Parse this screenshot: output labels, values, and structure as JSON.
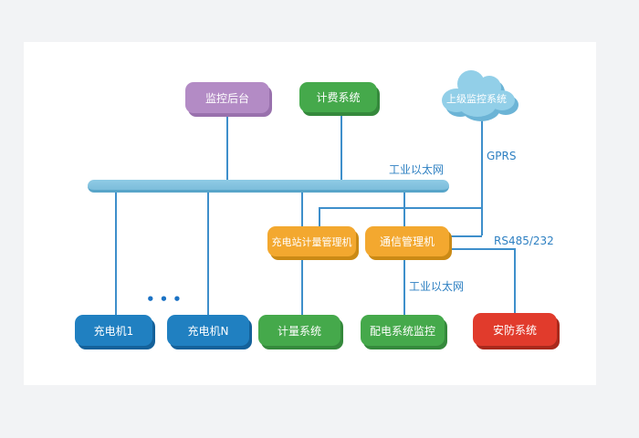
{
  "page": {
    "background_color": "#f2f3f5",
    "canvas_color": "#ffffff"
  },
  "diagram": {
    "connector_color": "#3e8fcb",
    "label_text_color": "#2e80c2",
    "bus": {
      "label": "工业以太网",
      "fill": "#87c7e2",
      "edge": "#58a5c9"
    },
    "labels": {
      "gprs": "GPRS",
      "rs485": "RS485/232",
      "ethernet_link": "工业以太网"
    },
    "ellipsis": "•••",
    "nodes": {
      "monitor_backend": {
        "label": "监控后台",
        "fill": "#b38bc5",
        "shadow": "#9971ad"
      },
      "billing": {
        "label": "计费系统",
        "fill": "#45a94b",
        "shadow": "#35893c"
      },
      "cloud": {
        "label": "上级监控系统",
        "fill": "#92cfe8",
        "shadow": "#6cb4d6"
      },
      "station_meter_mgr": {
        "label": "充电站计量管理机",
        "fill": "#f3a82f",
        "shadow": "#cb8a15"
      },
      "comm_mgr": {
        "label": "通信管理机",
        "fill": "#f3a82f",
        "shadow": "#cb8a15"
      },
      "charger_1": {
        "label": "充电机1",
        "fill": "#2080c1",
        "shadow": "#14619a"
      },
      "charger_n": {
        "label": "充电机N",
        "fill": "#2080c1",
        "shadow": "#14619a"
      },
      "metering": {
        "label": "计量系统",
        "fill": "#3ea74a",
        "shadow": "#2e883a"
      },
      "power_dist": {
        "label": "配电系统监控",
        "fill": "#3ea74a",
        "shadow": "#2e883a"
      },
      "security": {
        "label": "安防系统",
        "fill": "#e13b2c",
        "shadow": "#a9291c"
      }
    }
  }
}
